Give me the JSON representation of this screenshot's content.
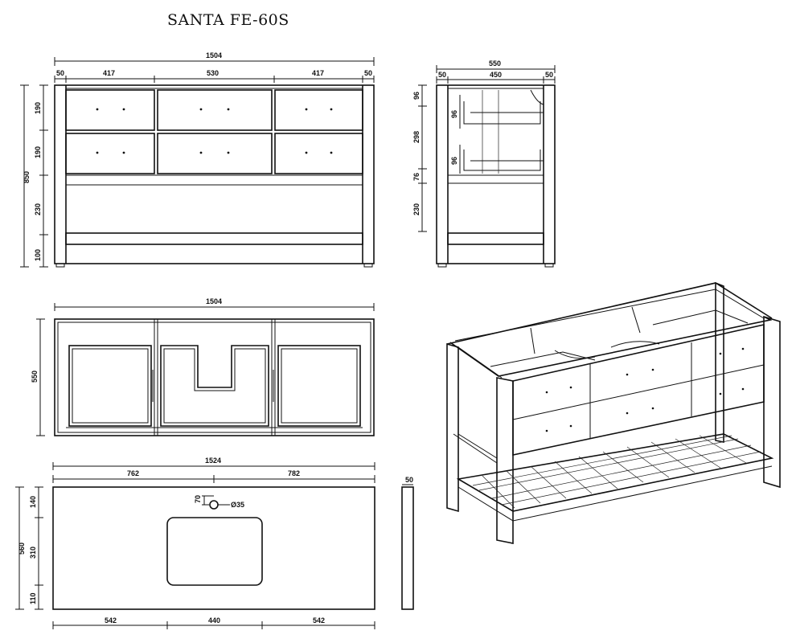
{
  "title": "SANTA FE-60S",
  "front_view": {
    "overall_width": "1504",
    "seg_50_left": "50",
    "seg_417_left": "417",
    "seg_530": "530",
    "seg_417_right": "417",
    "seg_50_right": "50",
    "overall_height": "850",
    "h_190_top": "190",
    "h_190_mid": "190",
    "h_230": "230",
    "h_100": "100"
  },
  "side_view": {
    "overall_depth": "550",
    "seg_50_left": "50",
    "seg_450": "450",
    "seg_50_right": "50",
    "h_96_top": "96",
    "h_298": "298",
    "h_76": "76",
    "h_230": "230",
    "drawer_96_a": "96",
    "drawer_96_b": "96"
  },
  "top_view": {
    "overall_width": "1504",
    "depth": "550"
  },
  "countertop": {
    "overall_width": "1524",
    "left_to_center": "762",
    "center_to_right": "782",
    "depth": "560",
    "d_140": "140",
    "d_310": "310",
    "d_110": "110",
    "bottom_542_left": "542",
    "bottom_440": "440",
    "bottom_542_right": "542",
    "tap_offset": "70",
    "tap_diameter": "Ø35",
    "thickness": "50"
  }
}
